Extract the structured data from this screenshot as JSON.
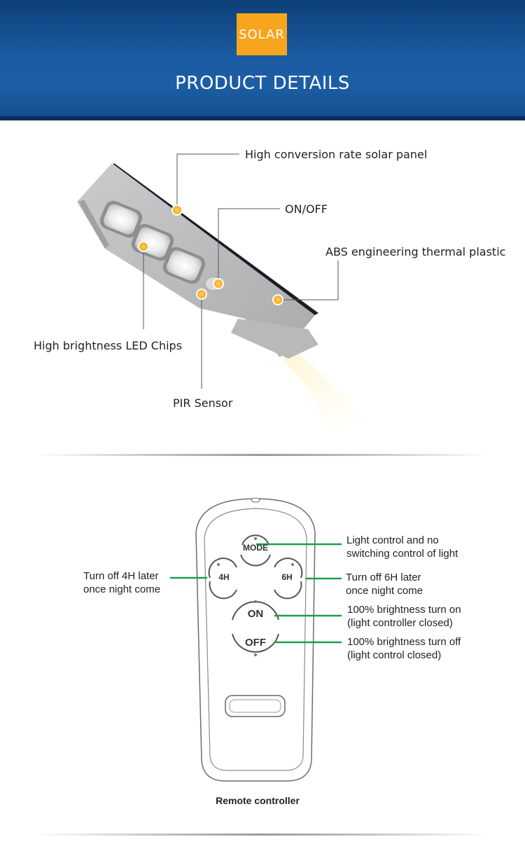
{
  "header": {
    "badge": "SOLAR",
    "title": "PRODUCT DETAILS"
  },
  "product_labels": {
    "solar_panel": "High conversion rate solar panel",
    "on_off": "ON/OFF",
    "abs": "ABS engineering thermal plastic",
    "led_chips": "High brightness LED Chips",
    "pir": "PIR Sensor"
  },
  "remote": {
    "buttons": {
      "mode": "MODE",
      "four_h": "4H",
      "six_h": "6H",
      "on": "ON",
      "off": "OFF"
    },
    "labels": {
      "mode_line1": "Light control and no",
      "mode_line2": "switching control of light",
      "four_h_line1": "Turn off 4H later",
      "four_h_line2": "once night come",
      "six_h_line1": "Turn off 6H later",
      "six_h_line2": "once night come",
      "on_line1": "100% brightness turn on",
      "on_line2": "(light controller closed)",
      "off_line1": "100% brightness turn off",
      "off_line2": "(light control closed)"
    },
    "caption": "Remote controller"
  },
  "colors": {
    "accent_orange": "#f7a51c",
    "header_blue": "#1a5aa0",
    "callout_green": "#1aa14a"
  }
}
